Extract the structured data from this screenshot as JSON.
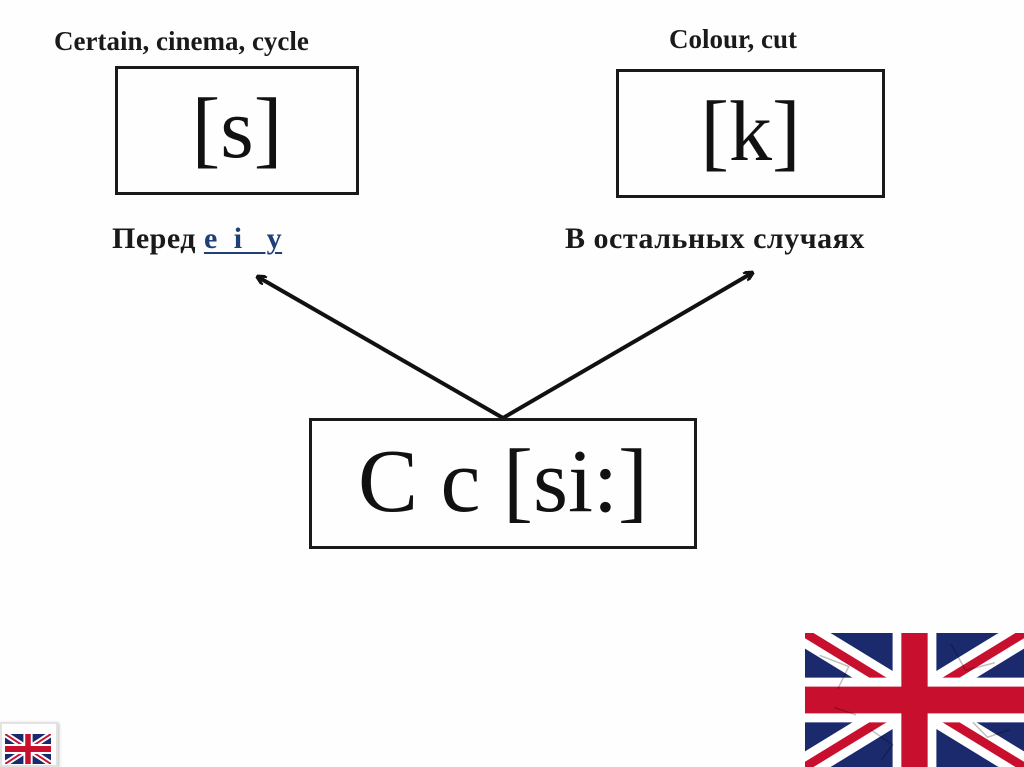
{
  "captions": {
    "left": "Certain, cinema, cycle",
    "right": "Colour, cut"
  },
  "boxes": {
    "left_sound": "[s]",
    "right_sound": "[k]",
    "letter": "C c [si:]"
  },
  "rules": {
    "left_prefix": "Перед ",
    "left_letters": "e  i   y",
    "right": "В остальных случаях"
  },
  "colors": {
    "text": "#1a1a1a",
    "link": "#1f3f78",
    "flag_blue": "#1a2a6c",
    "flag_red": "#c8102e",
    "flag_white": "#ffffff"
  },
  "icons": {
    "flag": "union-jack-flag-icon"
  }
}
